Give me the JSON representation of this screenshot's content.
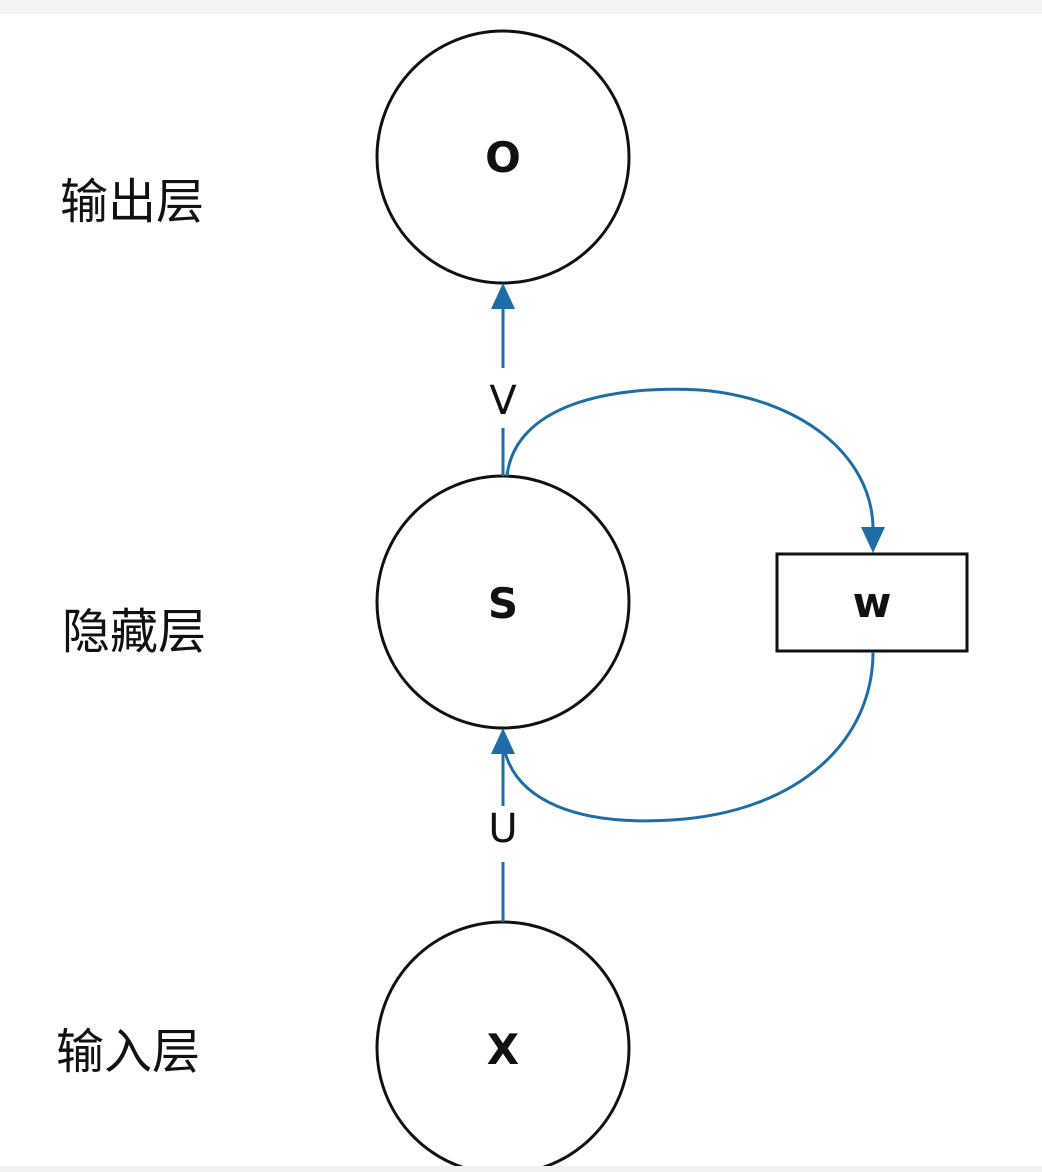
{
  "layers": {
    "output_label": "输出层",
    "hidden_label": "隐藏层",
    "input_label": "输入层"
  },
  "nodes": {
    "output": "O",
    "hidden": "S",
    "input": "X",
    "weight_box": "w"
  },
  "edges": {
    "hidden_to_output": "V",
    "input_to_hidden": "U"
  },
  "colors": {
    "edge": "#1f6da6",
    "node_stroke": "#111111"
  }
}
